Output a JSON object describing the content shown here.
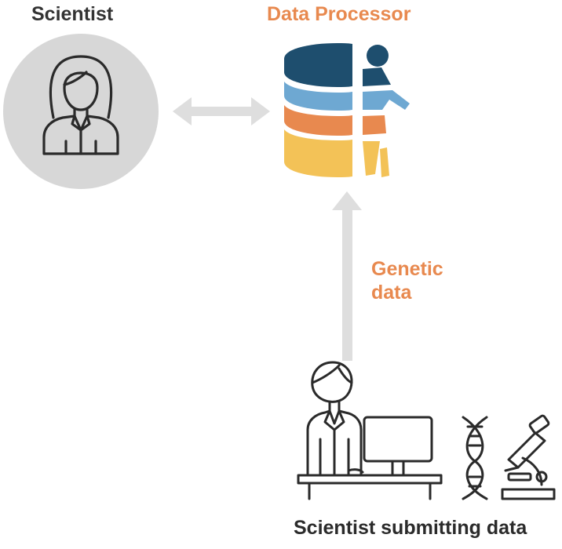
{
  "nodes": {
    "scientist": {
      "label": "Scientist"
    },
    "processor": {
      "label": "Data Processor"
    },
    "submitter": {
      "label": "Scientist submitting data"
    }
  },
  "edges": {
    "genetic_data": {
      "label_line1": "Genetic",
      "label_line2": "data"
    }
  },
  "colors": {
    "title_dark": "#333333",
    "accent_orange": "#e8894f",
    "arrow_gray": "#dedede",
    "circle_gray": "#d7d7d7",
    "stripe_navy": "#1e4e6e",
    "stripe_blue": "#6ea8d2",
    "stripe_orange": "#e8894f",
    "stripe_yellow": "#f3c257"
  },
  "icons": [
    "scientist-avatar-icon",
    "database-person-icon",
    "researcher-at-computer-icon",
    "dna-helix-icon",
    "microscope-icon"
  ]
}
